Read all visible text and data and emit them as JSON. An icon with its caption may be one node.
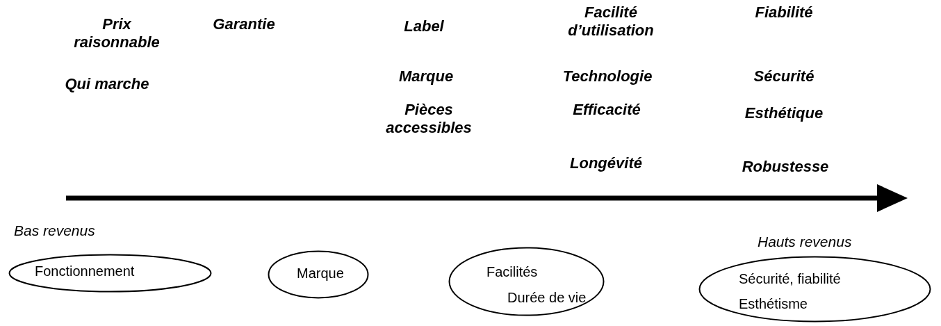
{
  "diagram": {
    "nodes": [
      {
        "text": [
          "Fonctionnement"
        ]
      },
      {
        "text": [
          "Marque"
        ]
      },
      {
        "text": [
          "Facilités",
          "Durée de vie"
        ]
      },
      {
        "text": [
          "Sécurité, fiabilité",
          "Esthétisme"
        ]
      }
    ],
    "labels": [
      "Prix raisonnable",
      "Garantie",
      "Label",
      "Facilité d’utilisation",
      "Fiabilité",
      "Qui marche",
      "Marque",
      "Technologie",
      "Sécurité",
      "Pièces accessibles",
      "Efficacité",
      "Esthétique",
      "Longévité",
      "Robustesse",
      "Bas revenus",
      "Hauts revenus"
    ]
  }
}
